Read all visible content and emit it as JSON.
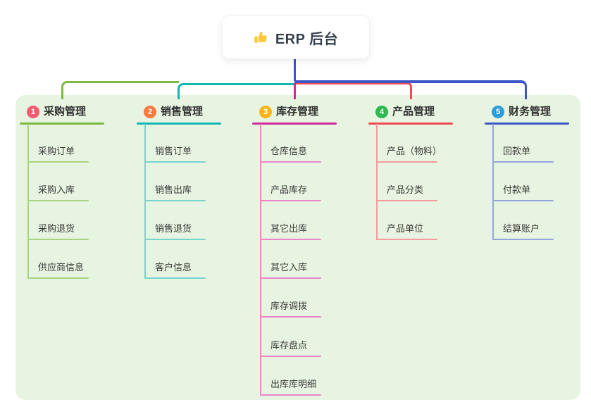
{
  "root": {
    "icon": "thumbs-up-icon",
    "label": "ERP 后台"
  },
  "colors": {
    "canvas_bg": "#ffffff",
    "panel_bg": "#E7F4E1",
    "trunk": "#3D56C5",
    "root_text": "#36404D"
  },
  "branches": [
    {
      "number": "1",
      "title": "采购管理",
      "badge_color": "#F15B72",
      "line_color": "#7CBA3F",
      "sub_line_color": "#A9D47E",
      "items": [
        "采购订单",
        "采购入库",
        "采购退货",
        "供应商信息"
      ]
    },
    {
      "number": "2",
      "title": "销售管理",
      "badge_color": "#F87A3F",
      "line_color": "#11B7B2",
      "sub_line_color": "#77D4CE",
      "items": [
        "销售订单",
        "销售出库",
        "销售退货",
        "客户信息"
      ]
    },
    {
      "number": "3",
      "title": "库存管理",
      "badge_color": "#F9B519",
      "line_color": "#CE2B9C",
      "sub_line_color": "#EC86C9",
      "items": [
        "仓库信息",
        "产品库存",
        "其它出库",
        "其它入库",
        "库存调拨",
        "库存盘点",
        "出库库明细"
      ]
    },
    {
      "number": "4",
      "title": "产品管理",
      "badge_color": "#2FB750",
      "line_color": "#F04A52",
      "sub_line_color": "#F79BA0",
      "items": [
        "产品（物料）",
        "产品分类",
        "产品单位"
      ]
    },
    {
      "number": "5",
      "title": "财务管理",
      "badge_color": "#2C9FDB",
      "line_color": "#3D56C5",
      "sub_line_color": "#93A7DF",
      "items": [
        "回款单",
        "付款单",
        "结算账户"
      ]
    }
  ]
}
